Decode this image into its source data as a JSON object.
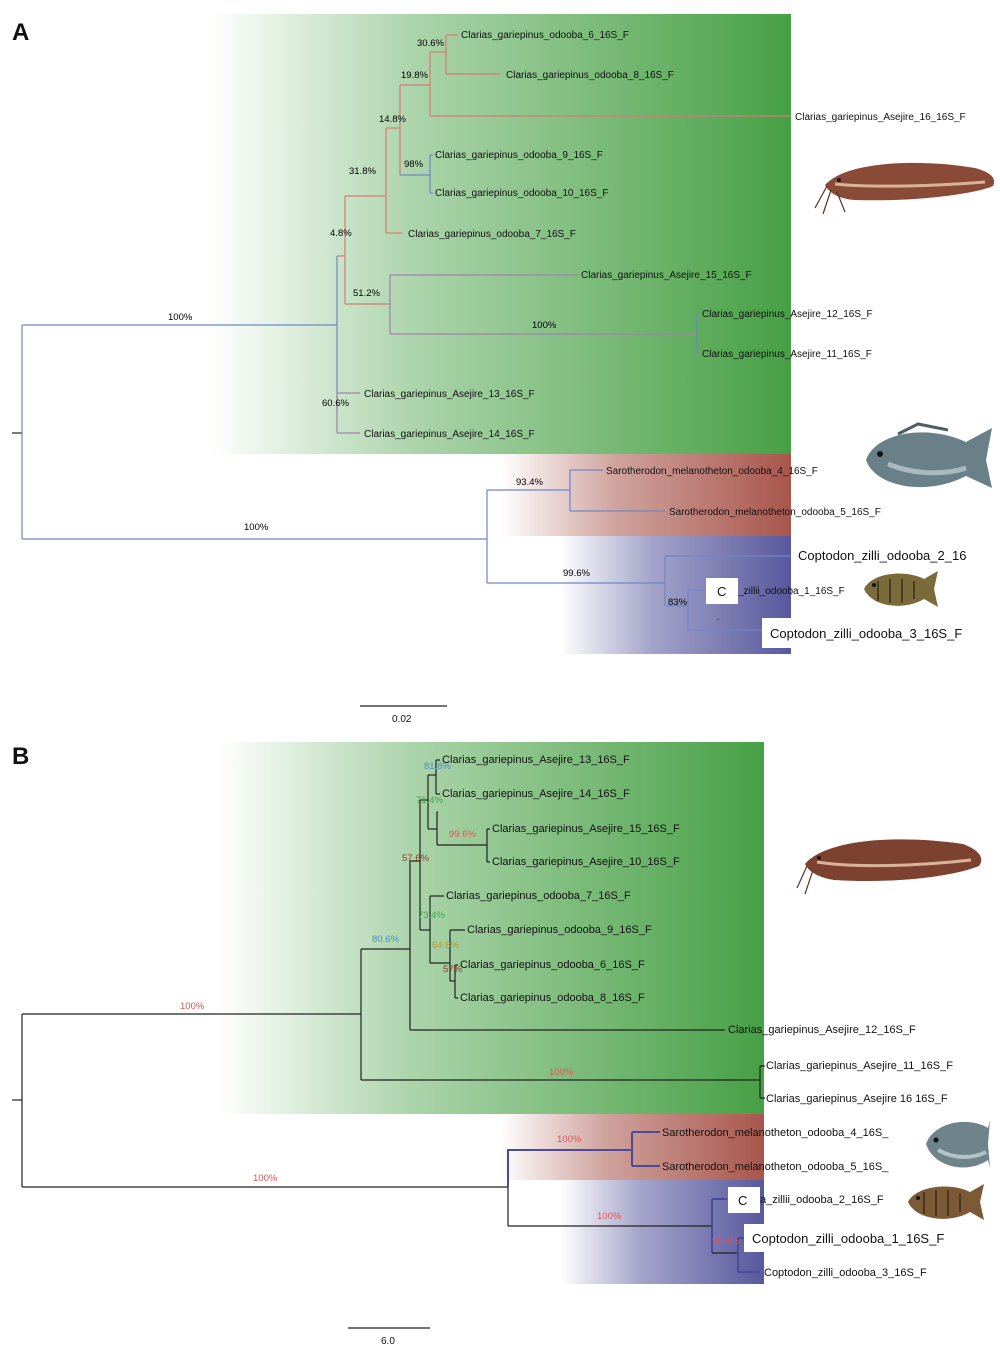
{
  "colors": {
    "green_band": "#47a045",
    "red_band": "#a8564c",
    "blue_band": "#58589e",
    "branch_red": "#d77a74",
    "branch_blue": "#6f86c8",
    "branch_purple": "#a57fb0",
    "branch_black": "#222222",
    "sup_red": "#e05555",
    "sup_green": "#3fa54a",
    "sup_blue": "#4d8ec9",
    "sup_brown": "#8a3a2a",
    "sup_olive": "#b59a2a"
  },
  "panel_a": {
    "letter": "A",
    "scale_label": "0.02",
    "leaves": {
      "odooba_6": "Clarias_gariepinus_odooba_6_16S_F",
      "odooba_8": "Clarias_gariepinus_odooba_8_16S_F",
      "asejire_16": "Clarias_gariepinus_Asejire_16_16S_F",
      "odooba_9": "Clarias_gariepinus_odooba_9_16S_F",
      "odooba_10": "Clarias_gariepinus_odooba_10_16S_F",
      "odooba_7": "Clarias_gariepinus_odooba_7_16S_F",
      "asejire_15": "Clarias_gariepinus_Asejire_15_16S_F",
      "asejire_12": "Clarias_gariepinus_Asejire_12_16S_F",
      "asejire_11": "Clarias_gariepinus_Asejire_11_16S_F",
      "asejire_13": "Clarias_gariepinus_Asejire_13_16S_F",
      "asejire_14": "Clarias_gariepinus_Asejire_14_16S_F",
      "saro_4": "Sarotherodon_melanotheton_odooba_4_16S_F",
      "saro_5": "Sarotherodon_melanotheton_odooba_5_16S_F",
      "copt_2": "Coptodon_zilli_odooba_2_16",
      "copt_1": "_zillii_odooba_1_16S_F",
      "copt_1_box": "C",
      "copt_3": "Coptodon_zilli_odooba_3_16S_F"
    },
    "supports": {
      "s306": "30.6%",
      "s198": "19.8%",
      "s148": "14.8%",
      "s98": "98%",
      "s318": "31.8%",
      "s48": "4.8%",
      "s512": "51.2%",
      "s100_a1112": "100%",
      "s606": "60.6%",
      "s100_clarias": "100%",
      "s934": "93.4%",
      "s100_root": "100%",
      "s996": "99.6%",
      "s83": "83%",
      "dot": "."
    }
  },
  "panel_b": {
    "letter": "B",
    "scale_label": "6.0",
    "leaves": {
      "asejire_13": "Clarias_gariepinus_Asejire_13_16S_F",
      "asejire_14": "Clarias_gariepinus_Asejire_14_16S_F",
      "asejire_15": "Clarias_gariepinus_Asejire_15_16S_F",
      "asejire_10": "Clarias_gariepinus_Asejire_10_16S_F",
      "odooba_7": "Clarias_gariepinus_odooba_7_16S_F",
      "odooba_9": "Clarias_gariepinus_odooba_9_16S_F",
      "odooba_6": "Clarias_gariepinus_odooba_6_16S_F",
      "odooba_8": "Clarias_gariepinus_odooba_8_16S_F",
      "asejire_12": "Clarias_gariepinus_Asejire_12_16S_F",
      "asejire_11": "Clarias_gariepinus_Asejire_11_16S_F",
      "asejire_16": "Clarias_gariepinus_Asejire 16 16S_F",
      "saro_4": "Sarotherodon_melanotheton_odooba_4_16S_",
      "saro_5": "Sarotherodon_melanotheton_odooba_5_16S_",
      "copt_2": "a_zillii_odooba_2_16S_F",
      "copt_2_box": "C",
      "copt_1": "Coptodon_zilli_odooba_1_16S_F",
      "copt_3": "Coptodon_zilli_odooba_3_16S_F"
    },
    "supports": {
      "s818": "81.8%",
      "s714": "71.4%",
      "s996": "99.6%",
      "s576": "57.6%",
      "s734": "73.4%",
      "s806": "80.6%",
      "s648": "64.8%",
      "s57": "57%",
      "s100_clarias": "100%",
      "s100_a1116": "100%",
      "s100_saro": "100%",
      "s100_root": "100%",
      "s100_copt": "100%",
      "s_copt_inner": "92.4%"
    }
  }
}
